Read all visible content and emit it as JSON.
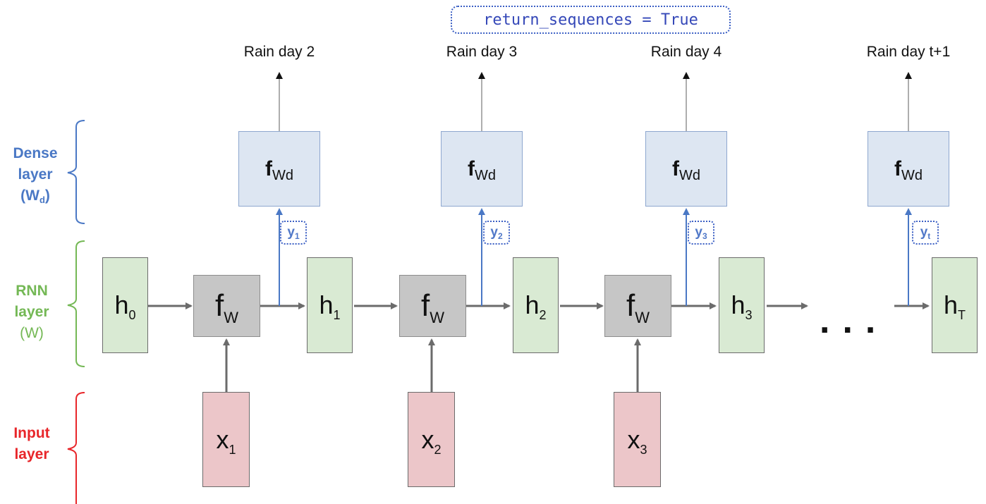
{
  "annotation": "return_sequences = True",
  "layers": {
    "dense": {
      "line1": "Dense",
      "line2": "layer",
      "line3_main": "(W",
      "line3_sub": "d",
      "line3_end": ")"
    },
    "rnn": {
      "line1": "RNN",
      "line2": "layer",
      "line3": "(W)"
    },
    "input": {
      "line1": "Input",
      "line2": "layer"
    }
  },
  "outputs": [
    "Rain day 2",
    "Rain day 3",
    "Rain day 4",
    "Rain day t+1"
  ],
  "dense_cells": [
    {
      "main": "f",
      "sub": "Wd"
    },
    {
      "main": "f",
      "sub": "Wd"
    },
    {
      "main": "f",
      "sub": "Wd"
    },
    {
      "main": "f",
      "sub": "Wd"
    }
  ],
  "y_tags": [
    {
      "main": "y",
      "sub": "1"
    },
    {
      "main": "y",
      "sub": "2"
    },
    {
      "main": "y",
      "sub": "3"
    },
    {
      "main": "y",
      "sub": "t"
    }
  ],
  "rnn_cells": [
    {
      "main": "f",
      "sub": "W"
    },
    {
      "main": "f",
      "sub": "W"
    },
    {
      "main": "f",
      "sub": "W"
    }
  ],
  "hidden_states": [
    {
      "main": "h",
      "sub": "0"
    },
    {
      "main": "h",
      "sub": "1"
    },
    {
      "main": "h",
      "sub": "2"
    },
    {
      "main": "h",
      "sub": "3"
    },
    {
      "main": "h",
      "sub": "T"
    }
  ],
  "inputs": [
    {
      "main": "x",
      "sub": "1"
    },
    {
      "main": "x",
      "sub": "2"
    },
    {
      "main": "x",
      "sub": "3"
    }
  ],
  "ellipsis": "...",
  "colors": {
    "dense_fill": "#dde6f2",
    "rnn_fill": "#c6c6c6",
    "hidden_fill": "#d9ead3",
    "input_fill": "#ecc6c9",
    "dense_label": "#4a78c5",
    "rnn_label": "#74b855",
    "input_label": "#e8262a",
    "annotation": "#3548b8"
  }
}
